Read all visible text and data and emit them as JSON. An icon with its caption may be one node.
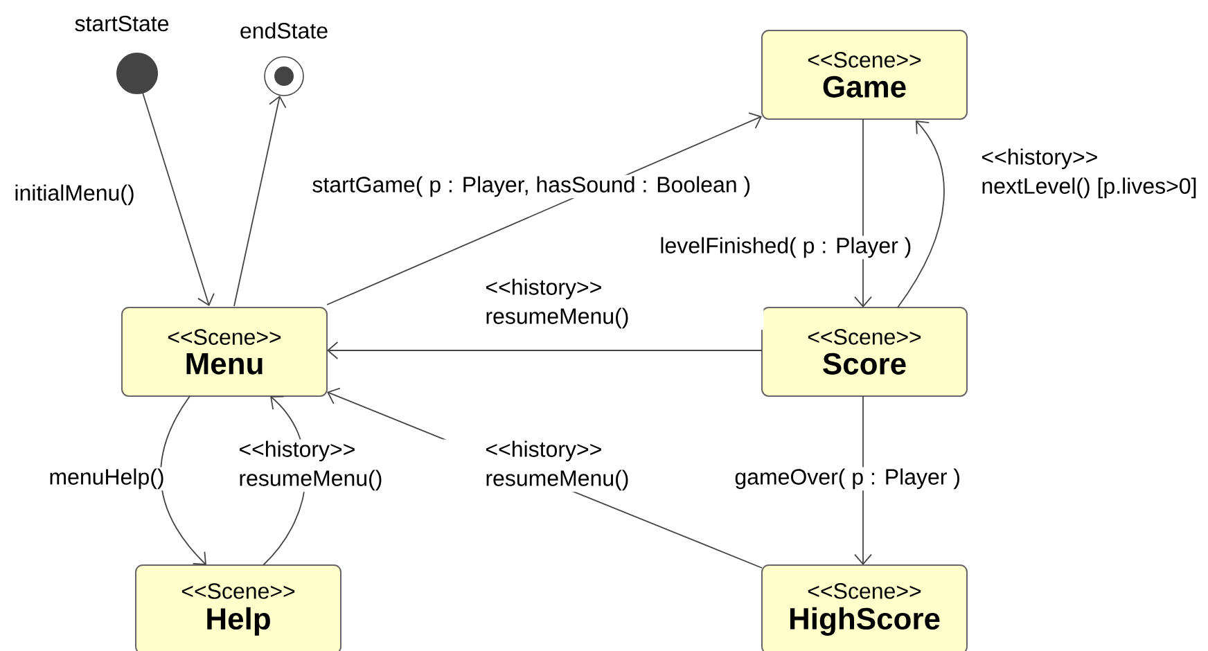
{
  "diagram": {
    "nodes": [
      {
        "text": [],
        "shape": "circle",
        "beside": [
          "startState"
        ]
      },
      {
        "text": [],
        "shape": "target",
        "beside": [
          "endState"
        ]
      },
      {
        "text": [
          "<<Scene>>",
          "Game"
        ]
      },
      {
        "text": [
          "<<Scene>>",
          "Menu"
        ]
      },
      {
        "text": [
          "<<Scene>>",
          "Score"
        ]
      },
      {
        "text": [
          "<<Scene>>",
          "Help"
        ]
      },
      {
        "text": [
          "<<Scene>>",
          "HighScore"
        ]
      }
    ],
    "edges": [
      {
        "from": 0,
        "to": 3,
        "arrow": "to",
        "label": "initialMenu()"
      },
      {
        "from": 3,
        "to": 1,
        "arrow": "to"
      },
      {
        "from": 3,
        "to": 2,
        "arrow": "to",
        "label": "startGame( p : Player, hasSound : Boolean )"
      },
      {
        "from": 2,
        "to": 4,
        "arrow": "to",
        "label": "levelFinished( p : Player )"
      },
      {
        "from": 4,
        "to": 2,
        "arrow": "to",
        "label": "<<history>> nextLevel() [p.lives>0]"
      },
      {
        "from": 4,
        "to": 3,
        "arrow": "to",
        "label": "<<history>> resumeMenu()"
      },
      {
        "from": 3,
        "to": 5,
        "arrow": "to",
        "label": "menuHelp()"
      },
      {
        "from": 5,
        "to": 3,
        "arrow": "to",
        "label": "<<history>> resumeMenu()"
      },
      {
        "from": 6,
        "to": 3,
        "arrow": "to",
        "label": "<<history>> resumeMenu()"
      },
      {
        "from": 4,
        "to": 6,
        "arrow": "to",
        "label": "gameOver( p : Player )"
      }
    ]
  }
}
